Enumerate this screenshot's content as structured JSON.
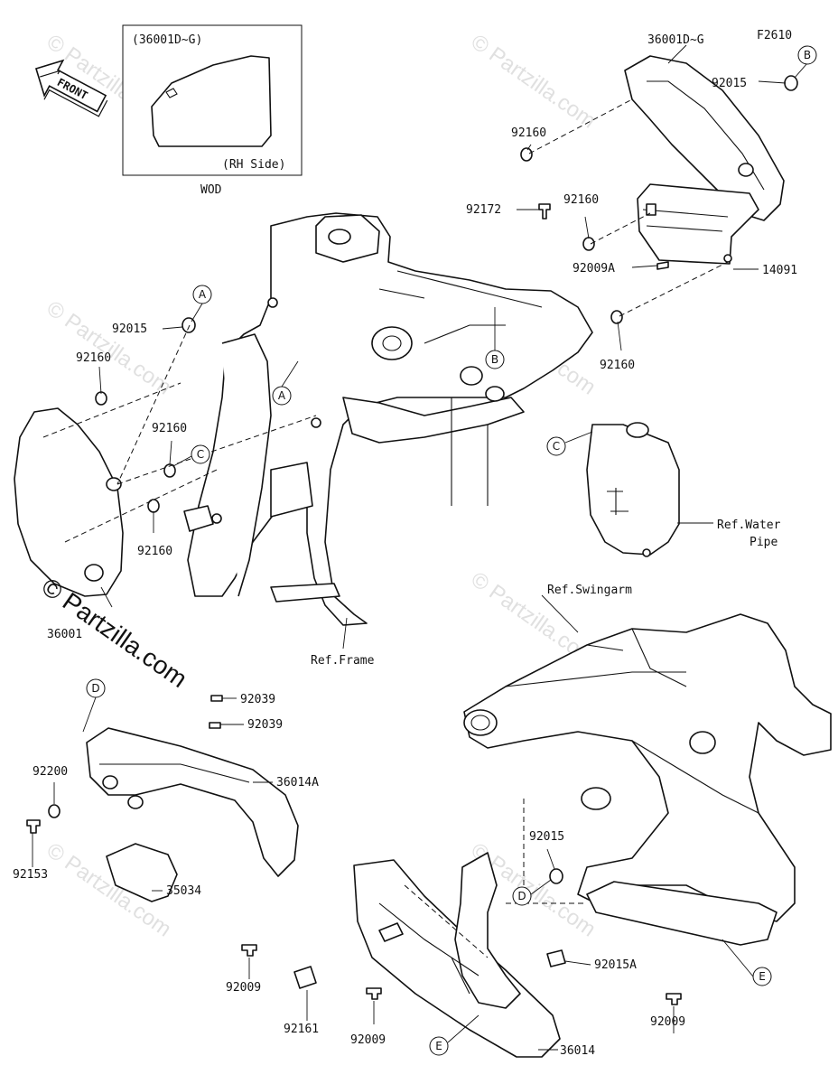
{
  "figure_code": "F2610",
  "inset": {
    "part_range": "(36001D~G)",
    "side_note": "(RH Side)",
    "caption": "WOD"
  },
  "front_arrow": "FRONT",
  "watermarks": {
    "dark": "© Partzilla.com",
    "light": "© Partzilla.com"
  },
  "callouts": [
    "A",
    "A",
    "B",
    "B",
    "C",
    "C",
    "D",
    "D",
    "E",
    "E"
  ],
  "part_labels": {
    "p36001DG": "36001D~G",
    "p92015_top": "92015",
    "p92160_top": "92160",
    "p92172": "92172",
    "p92160_mid": "92160",
    "p92009A": "92009A",
    "p14091": "14091",
    "p92160_right": "92160",
    "p92015_left": "92015",
    "p92160_left": "92160",
    "p92160_c": "92160",
    "p92160_low": "92160",
    "p36001": "36001",
    "ref_frame": "Ref.Frame",
    "ref_water_1": "Ref.Water",
    "ref_water_2": "Pipe",
    "ref_swingarm": "Ref.Swingarm",
    "p92039_a": "92039",
    "p92039_b": "92039",
    "p92200": "92200",
    "p36014A": "36014A",
    "p92153": "92153",
    "p35034": "35034",
    "p92015_bottom": "92015",
    "p92015A": "92015A",
    "p92009_left": "92009",
    "p92161": "92161",
    "p92009_mid": "92009",
    "p36014": "36014",
    "p92009_right": "92009"
  }
}
